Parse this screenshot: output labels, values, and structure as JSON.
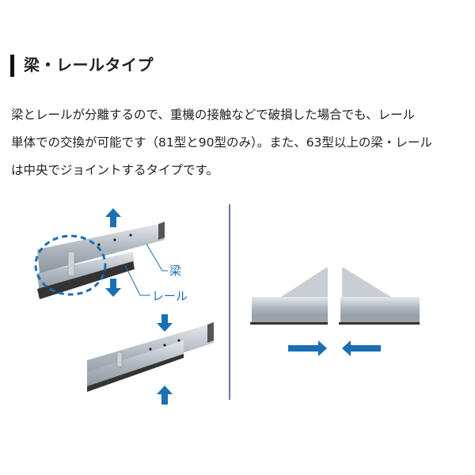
{
  "heading": "梁・レールタイプ",
  "description": [
    "梁とレールが分離するので、重機の接触などで破損した場合でも、レール",
    "単体での交換が可能です（81型と90型のみ）。また、63型以上の梁・レール",
    "は中央でジョイントするタイプです。"
  ],
  "labels": {
    "beam": "梁",
    "rail": "レール"
  },
  "colors": {
    "arrow": "#1a6fb5",
    "metal": "#b9c0c8",
    "heading_bar": "#111111"
  }
}
